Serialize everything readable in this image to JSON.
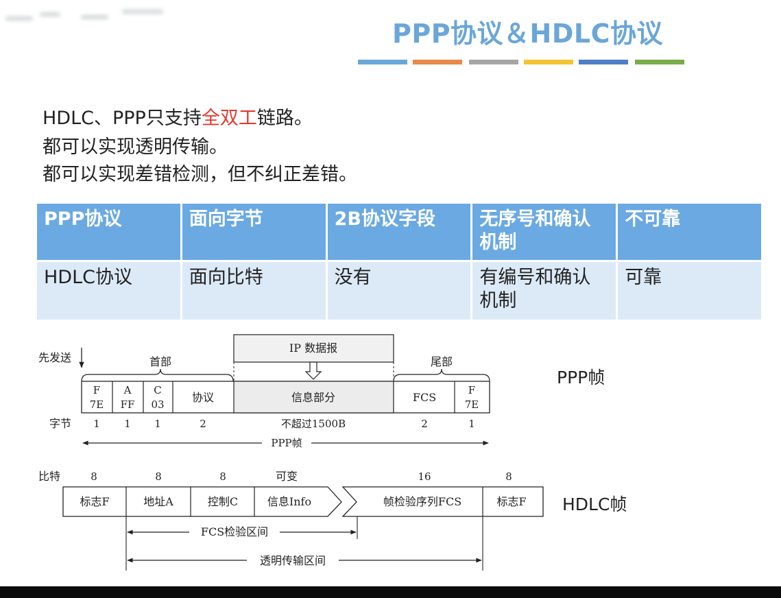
{
  "slide": {
    "title": "PPP协议＆HDLC协议",
    "stripe_colors": [
      "#6aa6d8",
      "#e8894a",
      "#a6a6a6",
      "#f2c533",
      "#4f7fc4",
      "#7aad4a"
    ],
    "lines": [
      {
        "before": "HDLC、PPP只支持",
        "highlight": "全双工",
        "after": "链路。"
      },
      {
        "before": "都可以实现透明传输。",
        "highlight": "",
        "after": ""
      },
      {
        "before": "都可以实现差错检测，但不纠正差错。",
        "highlight": "",
        "after": ""
      }
    ],
    "highlight_color": "#e03a2f"
  },
  "comparison_table": {
    "rows": [
      [
        "PPP协议",
        "面向字节",
        "2B协议字段",
        "无序号和确认机制",
        "不可靠"
      ],
      [
        "HDLC协议",
        "面向比特",
        "没有",
        "有编号和确认机制",
        "可靠"
      ]
    ],
    "header_color": "#6aa9e2",
    "row_color": "#dceaf8"
  },
  "ppp_frame": {
    "side_label": "PPP帧",
    "first_sent": "先发送",
    "header_group": "首部",
    "trailer_group": "尾部",
    "ip_datagram": "IP 数据报",
    "fields": [
      {
        "line1": "F",
        "line2": "7E",
        "bytes": "1"
      },
      {
        "line1": "A",
        "line2": "FF",
        "bytes": "1"
      },
      {
        "line1": "C",
        "line2": "03",
        "bytes": "1"
      },
      {
        "line1": "协议",
        "line2": "",
        "bytes": "2"
      },
      {
        "line1": "信息部分",
        "line2": "",
        "bytes": "不超过1500B"
      },
      {
        "line1": "FCS",
        "line2": "",
        "bytes": "2"
      },
      {
        "line1": "F",
        "line2": "7E",
        "bytes": "1"
      }
    ],
    "bytes_label": "字节",
    "span_label": "PPP帧"
  },
  "hdlc_frame": {
    "side_label": "HDLC帧",
    "bits_label": "比特",
    "fields": [
      {
        "name": "标志F",
        "bits": "8"
      },
      {
        "name": "地址A",
        "bits": "8"
      },
      {
        "name": "控制C",
        "bits": "8"
      },
      {
        "name": "信息Info",
        "bits": "可变"
      },
      {
        "name": "帧检验序列FCS",
        "bits": "16"
      },
      {
        "name": "标志F",
        "bits": "8"
      }
    ],
    "fcs_range": "FCS检验区间",
    "transparent_range": "透明传输区间"
  }
}
